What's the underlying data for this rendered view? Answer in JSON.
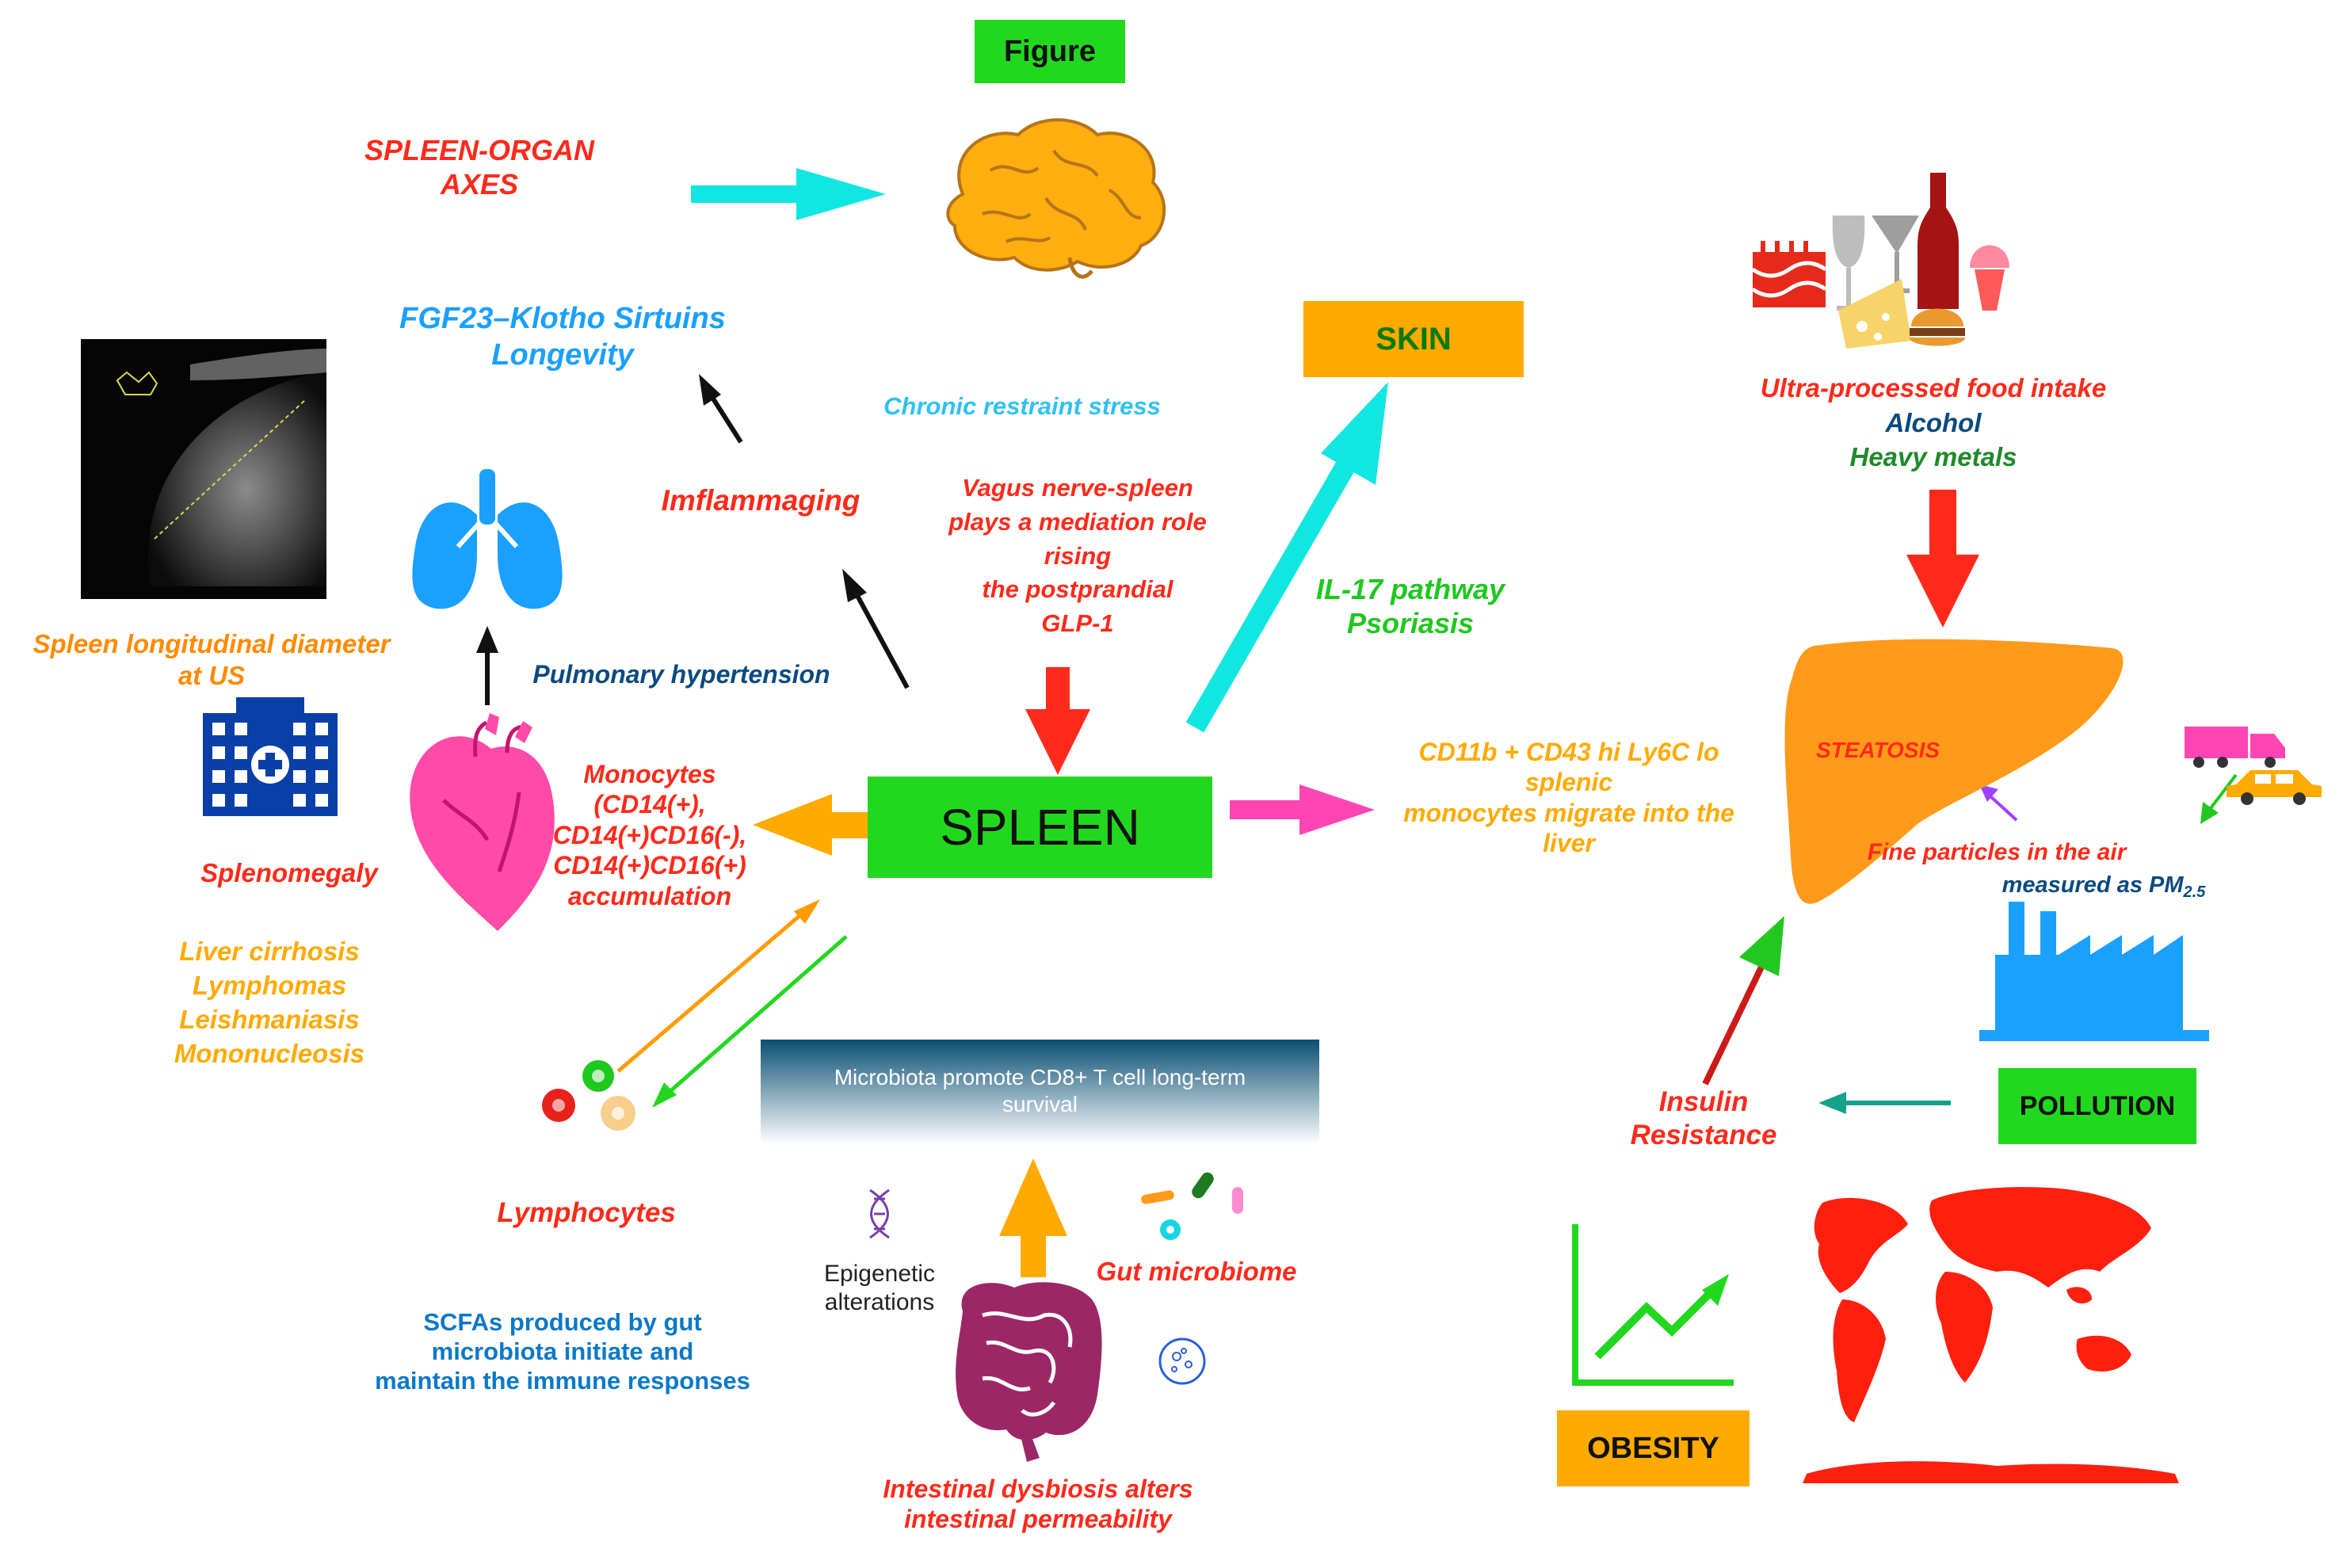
{
  "title_box": "Figure",
  "center": "SPLEEN",
  "boxes": {
    "skin": "SKIN",
    "pollution": "POLLUTION",
    "obesity": "OBESITY"
  },
  "labels": {
    "axes": "SPLEEN-ORGAN\nAXES",
    "fgf": "FGF23–Klotho Sirtuins\nLongevity",
    "chronic_stress": "Chronic restraint stress",
    "inflammaging": "Imflammaging",
    "vagus": "Vagus nerve-spleen\nplays a mediation role\nrising\nthe  postprandial\nGLP-1",
    "il17": "IL-17 pathway\nPsoriasis",
    "food": "Ultra-processed food intake",
    "alcohol": "Alcohol",
    "metals": "Heavy metals",
    "steatosis": "STEATOSIS",
    "spleen_us": "Spleen longitudinal diameter\nat US",
    "pulm_htn": "Pulmonary hypertension",
    "monocytes": "Monocytes\n(CD14(+),\nCD14(+)CD16(-),\nCD14(+)CD16(+)\naccumulation",
    "cd11b": "CD11b + CD43 hi Ly6C lo\nsplenic\nmonocytes migrate into the\nliver",
    "fine_particles": "Fine particles in the air",
    "pm_prefix": "measured as PM",
    "pm_sub": "2.5",
    "splenomegaly": "Splenomegaly",
    "diseases": "Liver cirrhosis\nLymphomas\nLeishmaniasis\nMononucleosis",
    "microbiota_banner": "Microbiota  promote CD8+ T cell long-term\nsurvival",
    "insulin": "Insulin\nResistance",
    "lymphocytes": "Lymphocytes",
    "epigenetic": "Epigenetic\nalterations",
    "gut_microbiome": "Gut microbiome",
    "scfa": "SCFAs produced by gut\nmicrobiota initiate and\nmaintain the immune responses",
    "dysbiosis": "Intestinal dysbiosis alters\nintestinal permeability"
  },
  "colors": {
    "red": "#ff2a1a",
    "orange": "#ff9a00",
    "blue": "#1aa0ff",
    "green": "#1ec81e",
    "navy": "#0a4a80",
    "skyblue": "#2fc1f2",
    "cyan": "#12e6e0",
    "magenta": "#ff45b4",
    "box_green": "#22d81f",
    "box_orange": "#ffaa00"
  },
  "icons": [
    "brain-icon",
    "lungs-icon",
    "heart-icon",
    "hospital-icon",
    "ultrasound-image",
    "food-icon",
    "liver-icon",
    "truck-icon",
    "car-icon",
    "factory-icon",
    "dna-icon",
    "bacteria-icon",
    "intestine-icon",
    "microbe-icon",
    "lymphocyte-cells-icon",
    "obesity-chart-icon",
    "world-map-icon"
  ]
}
